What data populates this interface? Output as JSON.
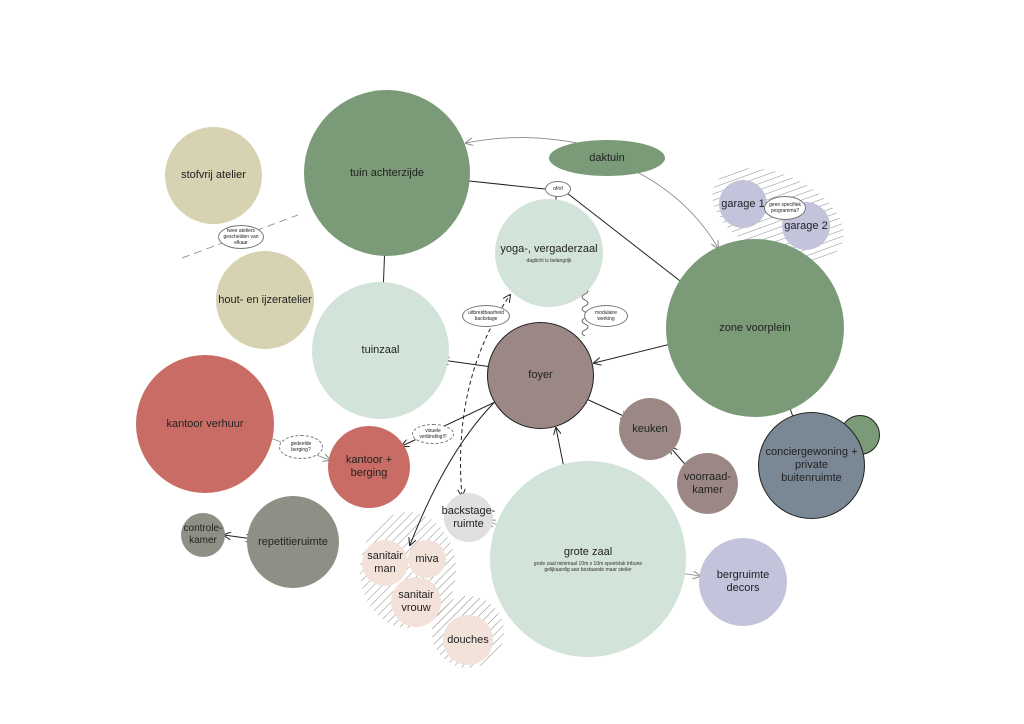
{
  "nodes": {
    "stofvrij_atelier": "stofvrij atelier",
    "hout_ijzeratelier": "hout- en ijzeratelier",
    "tuin_achterzijde": "tuin achterzijde",
    "daktuin": "daktuin",
    "garage1": "garage 1",
    "garage2": "garage 2",
    "yoga": "yoga-, vergaderzaal",
    "yoga_sub": "daglicht is belangrijk",
    "tuinzaal": "tuinzaal",
    "zone_voorplein": "zone voorplein",
    "foyer": "foyer",
    "kantoor_verhuur": "kantoor verhuur",
    "kantoor_berging": "kantoor + berging",
    "keuken": "keuken",
    "voorraadkamer": "voorraad-kamer",
    "conciergewoning": "conciergewoning + private buitenruimte",
    "controlekamer": "controle-kamer",
    "repetitieruimte": "repetitieruimte",
    "backstage": "backstage-ruimte",
    "grote_zaal": "grote zaal",
    "grote_zaal_sub": "grote zaal minimaal 10m x 10m speelvlak tribune gelijkaardig aan bestaande maar steiler",
    "sanitair_man": "sanitair man",
    "miva": "miva",
    "sanitair_vrouw": "sanitair vrouw",
    "douches": "douches",
    "bergruimte": "bergruimte decors"
  },
  "notes": {
    "twee_ateliers": "twee ateliers gescheiden van elkaar",
    "of": "of/of",
    "geen_programma": "geen specifiek programma?",
    "uitbreidbaarheid": "uitbreidbaarheid backstage",
    "modulaire": "modulaire werking",
    "visuele": "visuele verbinding!!!",
    "gedeelde": "gedeelde berging?"
  },
  "colors": {
    "olive": "#d6d2b2",
    "dark_green": "#7a9a78",
    "mint": "#d2e3da",
    "lavender": "#c4c3dc",
    "mauve": "#9b8885",
    "red": "#c96c66",
    "slate": "#7a8896",
    "grey": "#8f8f86",
    "light_grey": "#e0e0e0",
    "peach": "#f3e2da"
  }
}
